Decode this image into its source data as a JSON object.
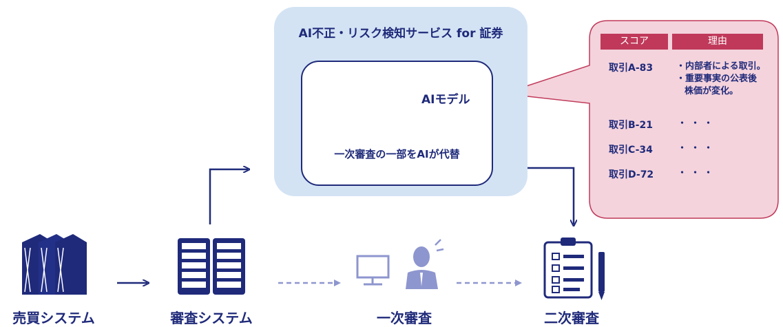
{
  "service": {
    "title": "AI不正・リスク検知サービス for 証券",
    "model_label": "AIモデル",
    "model_caption": "一次審査の一部をAIが代替"
  },
  "score_table": {
    "headers": [
      "スコア",
      "理由"
    ],
    "rows": [
      {
        "id": "取引A-83",
        "reason_lines": [
          "・内部者による取引。",
          "・重要事実の公表後",
          "株価が変化。"
        ]
      },
      {
        "id": "取引B-21",
        "reason": "・・・"
      },
      {
        "id": "取引C-34",
        "reason": "・・・"
      },
      {
        "id": "取引D-72",
        "reason": "・・・"
      }
    ]
  },
  "nodes": {
    "trading_system": "売買システム",
    "review_system": "審査システム",
    "primary_review": "一次審査",
    "secondary_review": "二次審査"
  },
  "colors": {
    "navy": "#1f2a7a",
    "light_blue_bg": "#d3e3f4",
    "pink_bubble": "#f4d3dc",
    "crimson_header": "#c0395a",
    "faded": "#8e96cf"
  }
}
